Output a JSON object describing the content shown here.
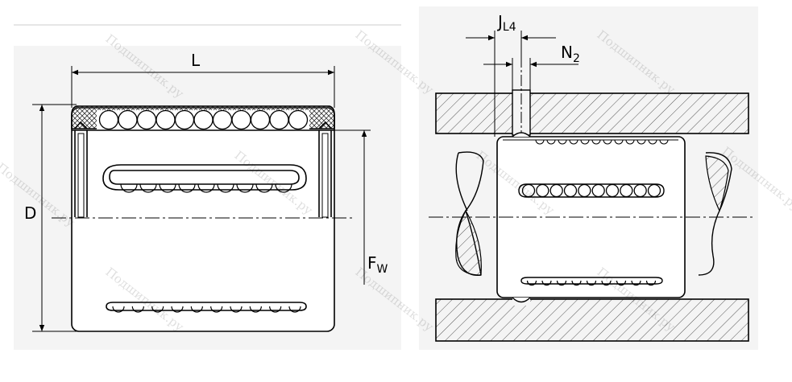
{
  "left_view": {
    "labels": {
      "length": "L",
      "outer_diameter": "D",
      "inner_diameter_main": "F",
      "inner_diameter_sub": "W"
    },
    "top_ball_count": 11,
    "inner_ball_count": 9,
    "bottom_ball_count": 10
  },
  "right_view": {
    "labels": {
      "j_main": "J",
      "j_sub": "L4",
      "n_main": "N",
      "n_sub": "2"
    },
    "top_ball_count": 10,
    "bottom_ball_count": 9
  },
  "watermark": {
    "text": "Подшипник.ру"
  },
  "colors": {
    "line": "#000000",
    "hatch": "#555555",
    "panel": "#f4f4f4",
    "background": "#ffffff"
  }
}
